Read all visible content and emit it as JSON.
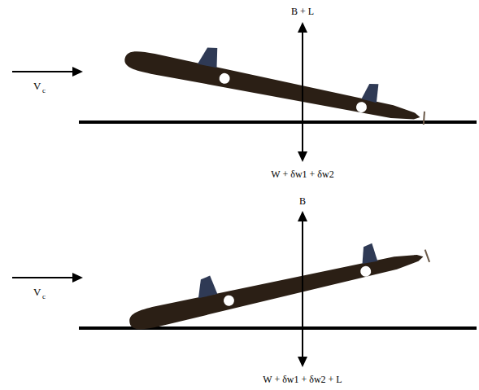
{
  "diagram": {
    "labels": [
      "V",
      "c",
      "B + L",
      "W + δw1 + δw2",
      "V",
      "c",
      "B",
      "W + δw1 + δw2 + L"
    ]
  }
}
